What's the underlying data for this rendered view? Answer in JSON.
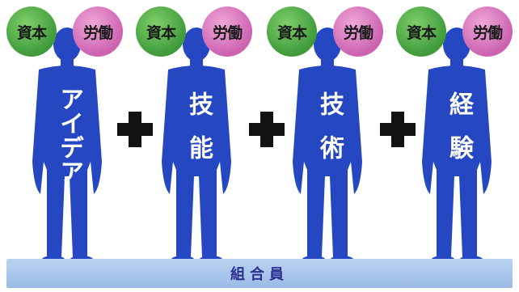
{
  "members": [
    {
      "capital": "資本",
      "labor": "労働",
      "label": "アイデア"
    },
    {
      "capital": "資本",
      "labor": "労働",
      "label": "技能"
    },
    {
      "capital": "資本",
      "labor": "労働",
      "label": "技術"
    },
    {
      "capital": "資本",
      "labor": "労働",
      "label": "経験"
    }
  ],
  "base_label": "組合員",
  "colors": {
    "figure": "#2548c2",
    "capital_bubble": "#4fae45",
    "labor_bubble": "#dc79c2",
    "plus": "#121212",
    "base": "#a9c6ec",
    "base_text": "#2b2f8f"
  },
  "icons": {
    "figure": "standing-person-silhouette-icon",
    "plus": "plus-icon"
  }
}
